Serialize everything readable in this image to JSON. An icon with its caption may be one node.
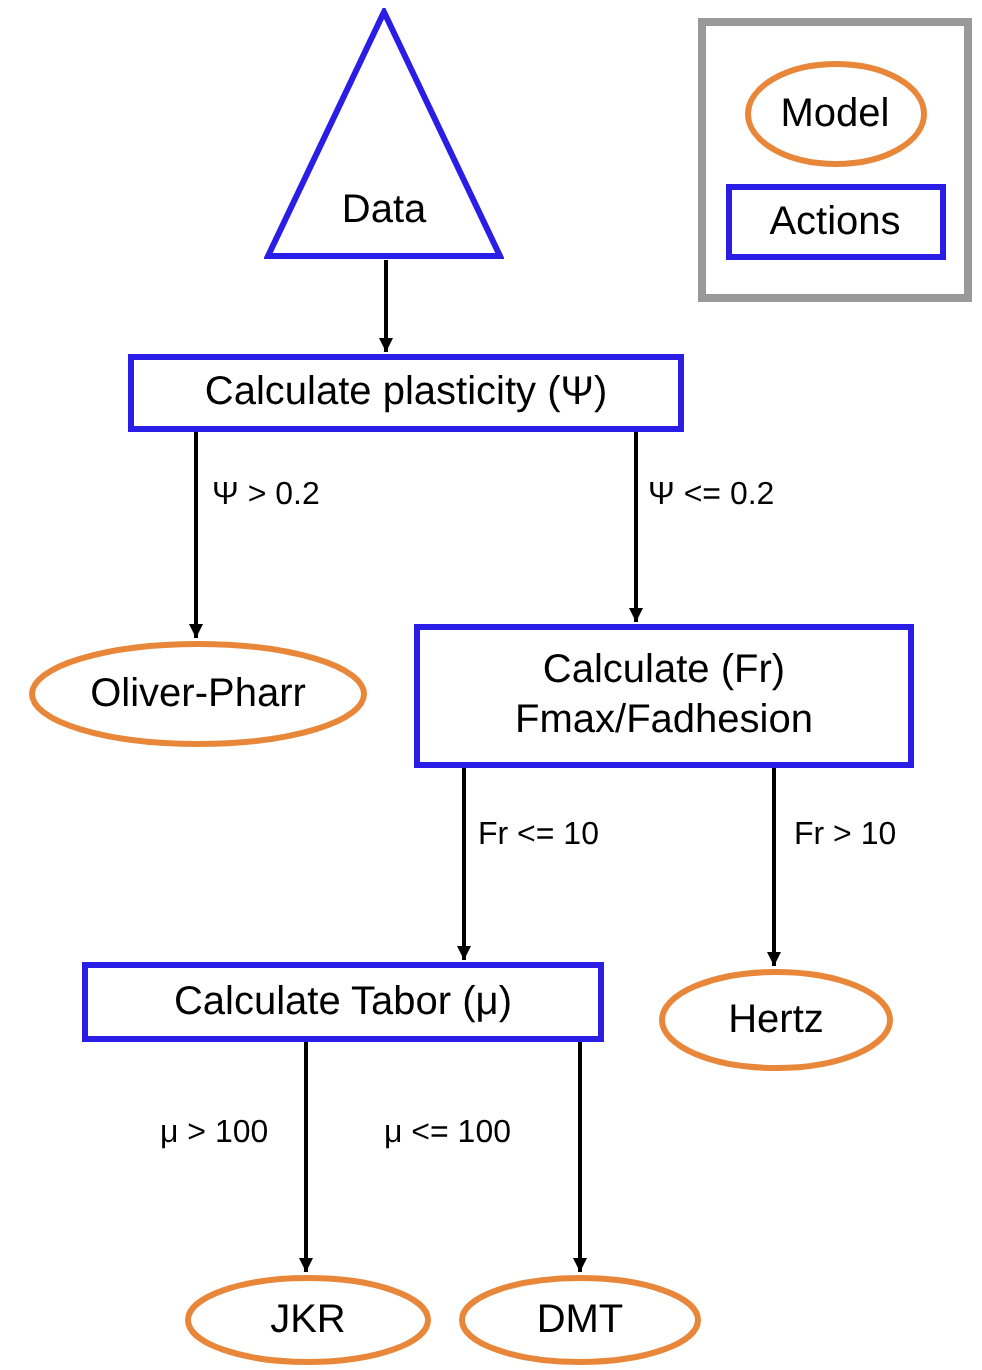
{
  "diagram": {
    "nodes": [
      {
        "text": [
          "Data"
        ]
      },
      {
        "text": [
          "Calculate plasticity (Ψ)"
        ]
      },
      {
        "text": [
          "Oliver-Pharr"
        ]
      },
      {
        "text": [
          "Calculate (Fr) Fmax/Fadhesion"
        ]
      },
      {
        "text": [
          "Calculate Tabor (μ)"
        ]
      },
      {
        "text": [
          "Hertz"
        ]
      },
      {
        "text": [
          "JKR"
        ]
      },
      {
        "text": [
          "DMT"
        ]
      }
    ],
    "edges": [
      {
        "from": 0,
        "to": 1,
        "arrow": "to"
      },
      {
        "from": 1,
        "to": 2,
        "arrow": "to",
        "label": "Ψ > 0.2"
      },
      {
        "from": 1,
        "to": 3,
        "arrow": "to",
        "label": "Ψ <= 0.2"
      },
      {
        "from": 3,
        "to": 4,
        "arrow": "to",
        "label": "Fr <= 10"
      },
      {
        "from": 3,
        "to": 5,
        "arrow": "to",
        "label": "Fr > 10"
      },
      {
        "from": 4,
        "to": 6,
        "arrow": "to",
        "label": "μ > 100"
      },
      {
        "from": 4,
        "to": 7,
        "arrow": "to",
        "label": "μ <= 100"
      }
    ],
    "legend": [
      {
        "text": "Model"
      },
      {
        "text": "Actions"
      }
    ]
  }
}
